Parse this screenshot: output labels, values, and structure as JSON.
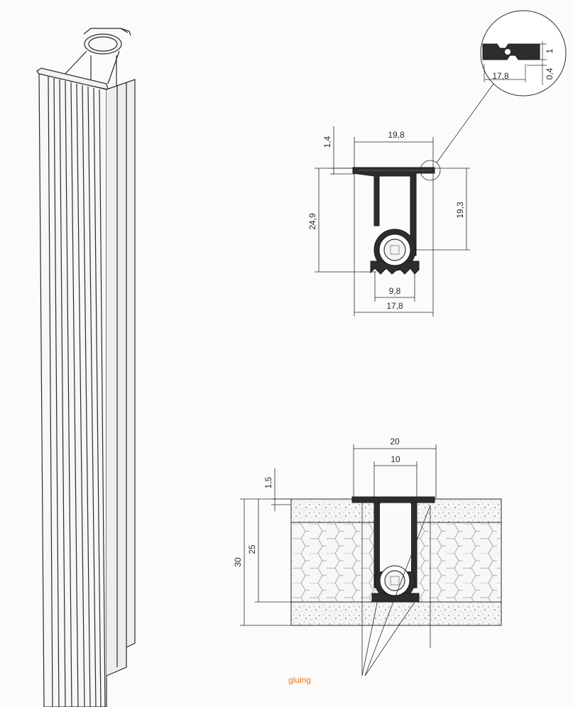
{
  "colors": {
    "background": "#fbfbfb",
    "line": "#2a2a2a",
    "profile_fill": "#2d2d2d",
    "gluing_label": "#e07a1f"
  },
  "profile_section": {
    "dims": {
      "width_top": "19,8",
      "flange_thickness": "1,4",
      "total_height": "24,9",
      "height_to_tube": "19,3",
      "tube_width": "9,8",
      "bottom_width": "17,8"
    }
  },
  "detail_callout": {
    "dims": {
      "width": "17,8",
      "thickness": "1",
      "groove": "0,4"
    }
  },
  "panel_section": {
    "dims": {
      "outer_width": "20",
      "inner_width": "10",
      "skin": "1,5",
      "core": "25",
      "panel": "30"
    },
    "gluing_label": "gluing"
  }
}
